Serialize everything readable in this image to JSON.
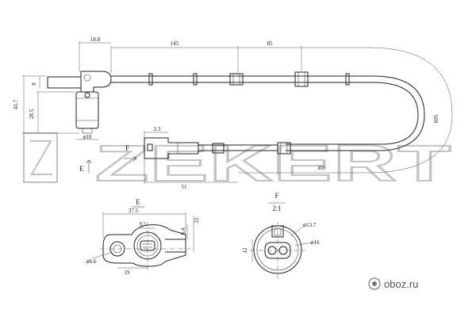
{
  "watermark": {
    "text": "ZEKERT"
  },
  "site_logo": {
    "text": "oboz.ru"
  },
  "dimensions": {
    "d18_8": "18.8",
    "d145": "145",
    "d85": "85",
    "d605": "605",
    "d41_7": "41.7",
    "d28_5": "28.5",
    "d8": "8",
    "d18": "⌀18",
    "d2_3": "2.3",
    "d51": "51",
    "d300": "300",
    "d37_5": "37.5",
    "d9_5": "9.5",
    "d22": "22",
    "d6_4": "6.4",
    "d6_6": "⌀6.6",
    "d19": "19",
    "d13_7": "⌀13.7",
    "d16": "⌀16",
    "d12": "12"
  },
  "views": {
    "e_marker": "E",
    "f_marker": "F",
    "e_title": "E",
    "f_title": "F",
    "f_scale": "2:1"
  },
  "colors": {
    "line": "#222222",
    "watermark": "#c4c4c4"
  }
}
